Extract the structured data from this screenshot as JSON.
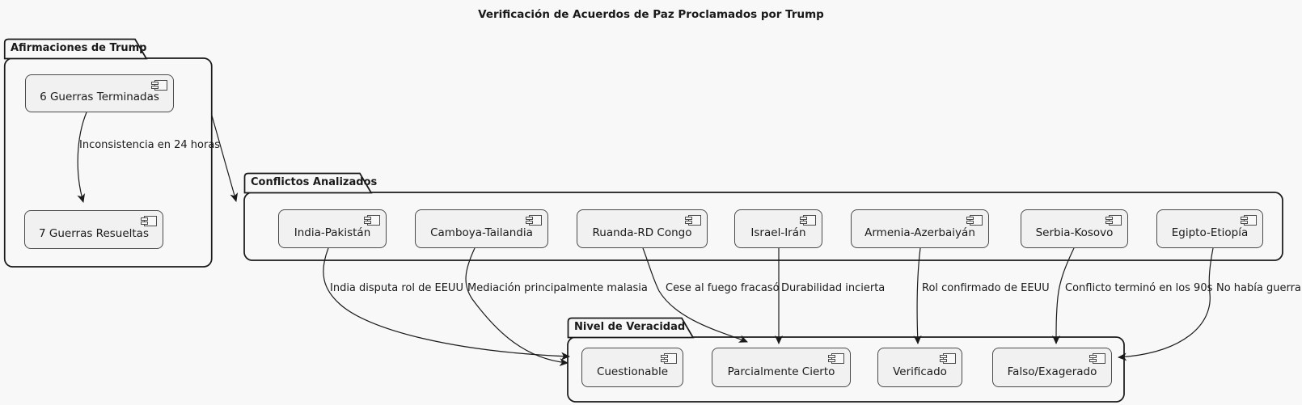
{
  "title": "Verificación de Acuerdos de Paz Proclamados por Trump",
  "colors": {
    "background": "#F8F8F8",
    "component_fill": "#F1F1F1",
    "line": "#1A1A1A",
    "component_border": "#4A4A4A"
  },
  "icons": {
    "component_icon": "uml-component-glyph"
  },
  "packages": [
    {
      "name": "Afirmaciones de Trump",
      "components": [
        {
          "label": "6 Guerras Terminadas"
        },
        {
          "label": "7 Guerras Resueltas"
        }
      ]
    },
    {
      "name": "Conflictos Analizados",
      "components": [
        {
          "label": "India-Pakistán"
        },
        {
          "label": "Camboya-Tailandia"
        },
        {
          "label": "Ruanda-RD Congo"
        },
        {
          "label": "Israel-Irán"
        },
        {
          "label": "Armenia-Azerbaiyán"
        },
        {
          "label": "Serbia-Kosovo"
        },
        {
          "label": "Egipto-Etiopía"
        }
      ]
    },
    {
      "name": "Nivel de Veracidad",
      "components": [
        {
          "label": "Cuestionable"
        },
        {
          "label": "Parcialmente Cierto"
        },
        {
          "label": "Verificado"
        },
        {
          "label": "Falso/Exagerado"
        }
      ]
    }
  ],
  "edges": [
    {
      "from": "6 Guerras Terminadas",
      "to": "7 Guerras Resueltas",
      "label": "Inconsistencia en 24 horas"
    },
    {
      "from": "6 Guerras Terminadas",
      "to": "Conflictos Analizados",
      "label": ""
    },
    {
      "from": "India-Pakistán",
      "to": "Cuestionable",
      "label": "India disputa rol de EEUU"
    },
    {
      "from": "Camboya-Tailandia",
      "to": "Cuestionable",
      "label": "Mediación principalmente malasia"
    },
    {
      "from": "Ruanda-RD Congo",
      "to": "Parcialmente Cierto",
      "label": "Cese al fuego fracasó"
    },
    {
      "from": "Israel-Irán",
      "to": "Parcialmente Cierto",
      "label": "Durabilidad incierta"
    },
    {
      "from": "Armenia-Azerbaiyán",
      "to": "Verificado",
      "label": "Rol confirmado de EEUU"
    },
    {
      "from": "Serbia-Kosovo",
      "to": "Falso/Exagerado",
      "label": "Conflicto terminó en los 90s"
    },
    {
      "from": "Egipto-Etiopía",
      "to": "Falso/Exagerado",
      "label": "No había guerra"
    }
  ]
}
